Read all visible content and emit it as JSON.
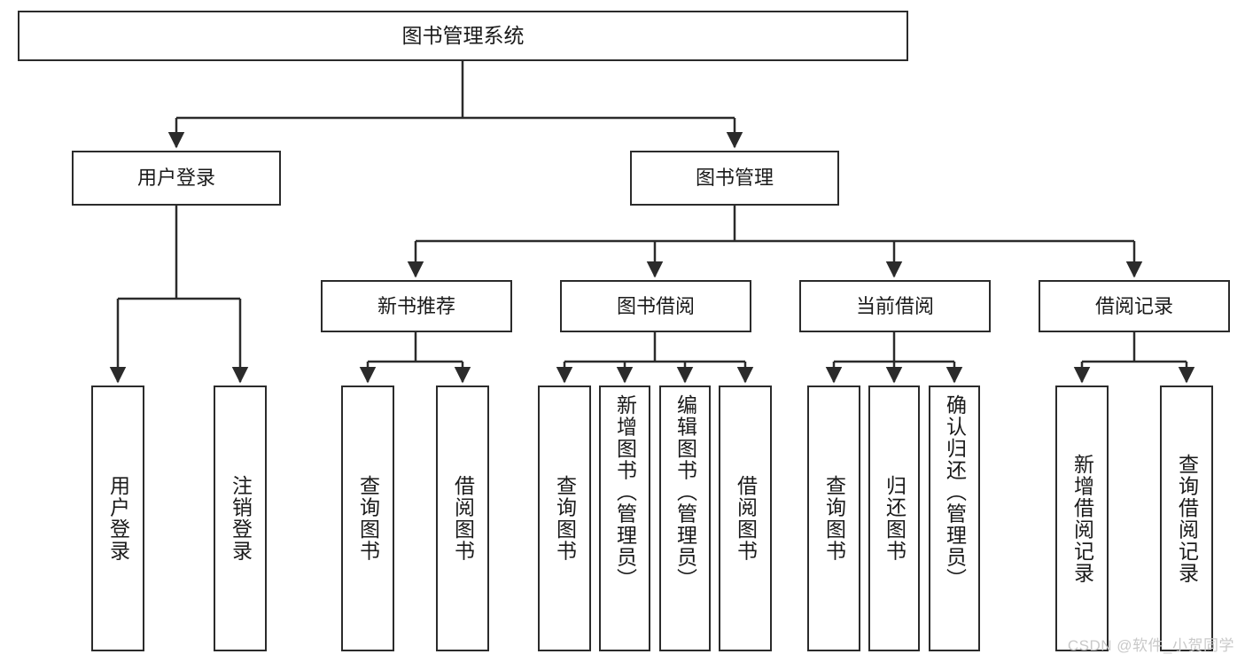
{
  "diagram": {
    "title": "图书管理系统",
    "type": "tree-hierarchy",
    "root": {
      "id": "root",
      "label": "图书管理系统"
    },
    "level2": [
      {
        "id": "user-login",
        "label": "用户登录"
      },
      {
        "id": "book-manage",
        "label": "图书管理"
      }
    ],
    "level3": [
      {
        "id": "new-book-rec",
        "label": "新书推荐",
        "parent": "book-manage"
      },
      {
        "id": "book-borrow",
        "label": "图书借阅",
        "parent": "book-manage"
      },
      {
        "id": "current-borrow",
        "label": "当前借阅",
        "parent": "book-manage"
      },
      {
        "id": "borrow-record",
        "label": "借阅记录",
        "parent": "book-manage"
      }
    ],
    "leaves": [
      {
        "id": "leaf-user-login",
        "label": "用户登录",
        "parent": "user-login"
      },
      {
        "id": "leaf-user-logout",
        "label": "注销登录",
        "parent": "user-login"
      },
      {
        "id": "leaf-query-book-1",
        "label": "查询图书",
        "parent": "new-book-rec"
      },
      {
        "id": "leaf-borrow-book-1",
        "label": "借阅图书",
        "parent": "new-book-rec"
      },
      {
        "id": "leaf-query-book-2",
        "label": "查询图书",
        "parent": "book-borrow"
      },
      {
        "id": "leaf-add-book",
        "label": "新增图书（管理员）",
        "parent": "book-borrow"
      },
      {
        "id": "leaf-edit-book",
        "label": "编辑图书（管理员）",
        "parent": "book-borrow"
      },
      {
        "id": "leaf-borrow-book-2",
        "label": "借阅图书",
        "parent": "book-borrow"
      },
      {
        "id": "leaf-query-book-3",
        "label": "查询图书",
        "parent": "current-borrow"
      },
      {
        "id": "leaf-return-book",
        "label": "归还图书",
        "parent": "current-borrow"
      },
      {
        "id": "leaf-confirm-return",
        "label": "确认归还（管理员）",
        "parent": "current-borrow"
      },
      {
        "id": "leaf-add-record",
        "label": "新增借阅记录",
        "parent": "borrow-record"
      },
      {
        "id": "leaf-query-record",
        "label": "查询借阅记录",
        "parent": "borrow-record"
      }
    ],
    "colors": {
      "stroke": "#2b2b2b",
      "fill": "#ffffff",
      "text": "#1a1a1a",
      "watermark": "#c9c9c9"
    }
  },
  "watermark": {
    "text": "CSDN @软件_小贺同学"
  }
}
